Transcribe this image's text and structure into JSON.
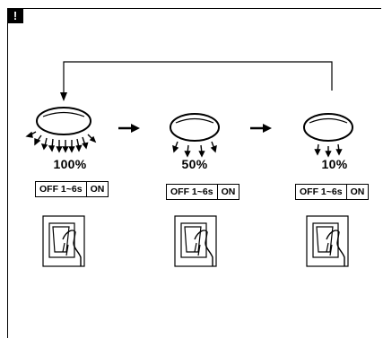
{
  "badge": {
    "text": "!",
    "color": "#000000"
  },
  "steps": [
    {
      "level": "100%",
      "off_label": "OFF 1~6s",
      "on_label": "ON"
    },
    {
      "level": "50%",
      "off_label": "OFF 1~6s",
      "on_label": "ON"
    },
    {
      "level": "10%",
      "off_label": "OFF 1~6s",
      "on_label": "ON"
    }
  ],
  "icons": {
    "lamp": "ceiling-lamp-icon",
    "ray": "light-ray-icon",
    "next": "right-arrow-icon",
    "switch": "hand-pressing-switch-icon",
    "cycle": "loop-back-arrow-icon"
  }
}
